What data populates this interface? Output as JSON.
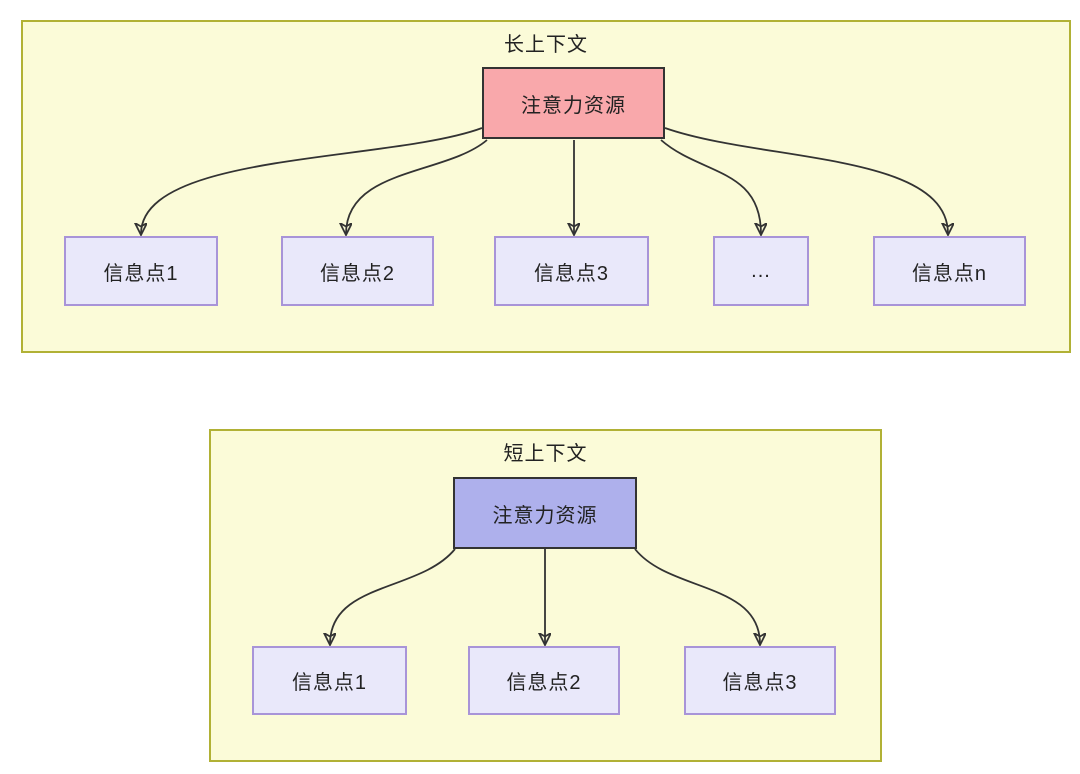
{
  "colors": {
    "background": "#ffffff",
    "panel_fill": "#fbfbd8",
    "panel_border": "#b1b135",
    "long_source_fill": "#f9a8ab",
    "short_source_fill": "#aeb0ec",
    "source_border": "#333333",
    "info_fill": "#e9e8fa",
    "info_border": "#a894d8",
    "arrow": "#333333",
    "text": "#222222"
  },
  "panels": [
    {
      "title": "长上下文",
      "source_label": "注意力资源",
      "targets": [
        "信息点1",
        "信息点2",
        "信息点3",
        "...",
        "信息点n"
      ]
    },
    {
      "title": "短上下文",
      "source_label": "注意力资源",
      "targets": [
        "信息点1",
        "信息点2",
        "信息点3"
      ]
    }
  ]
}
